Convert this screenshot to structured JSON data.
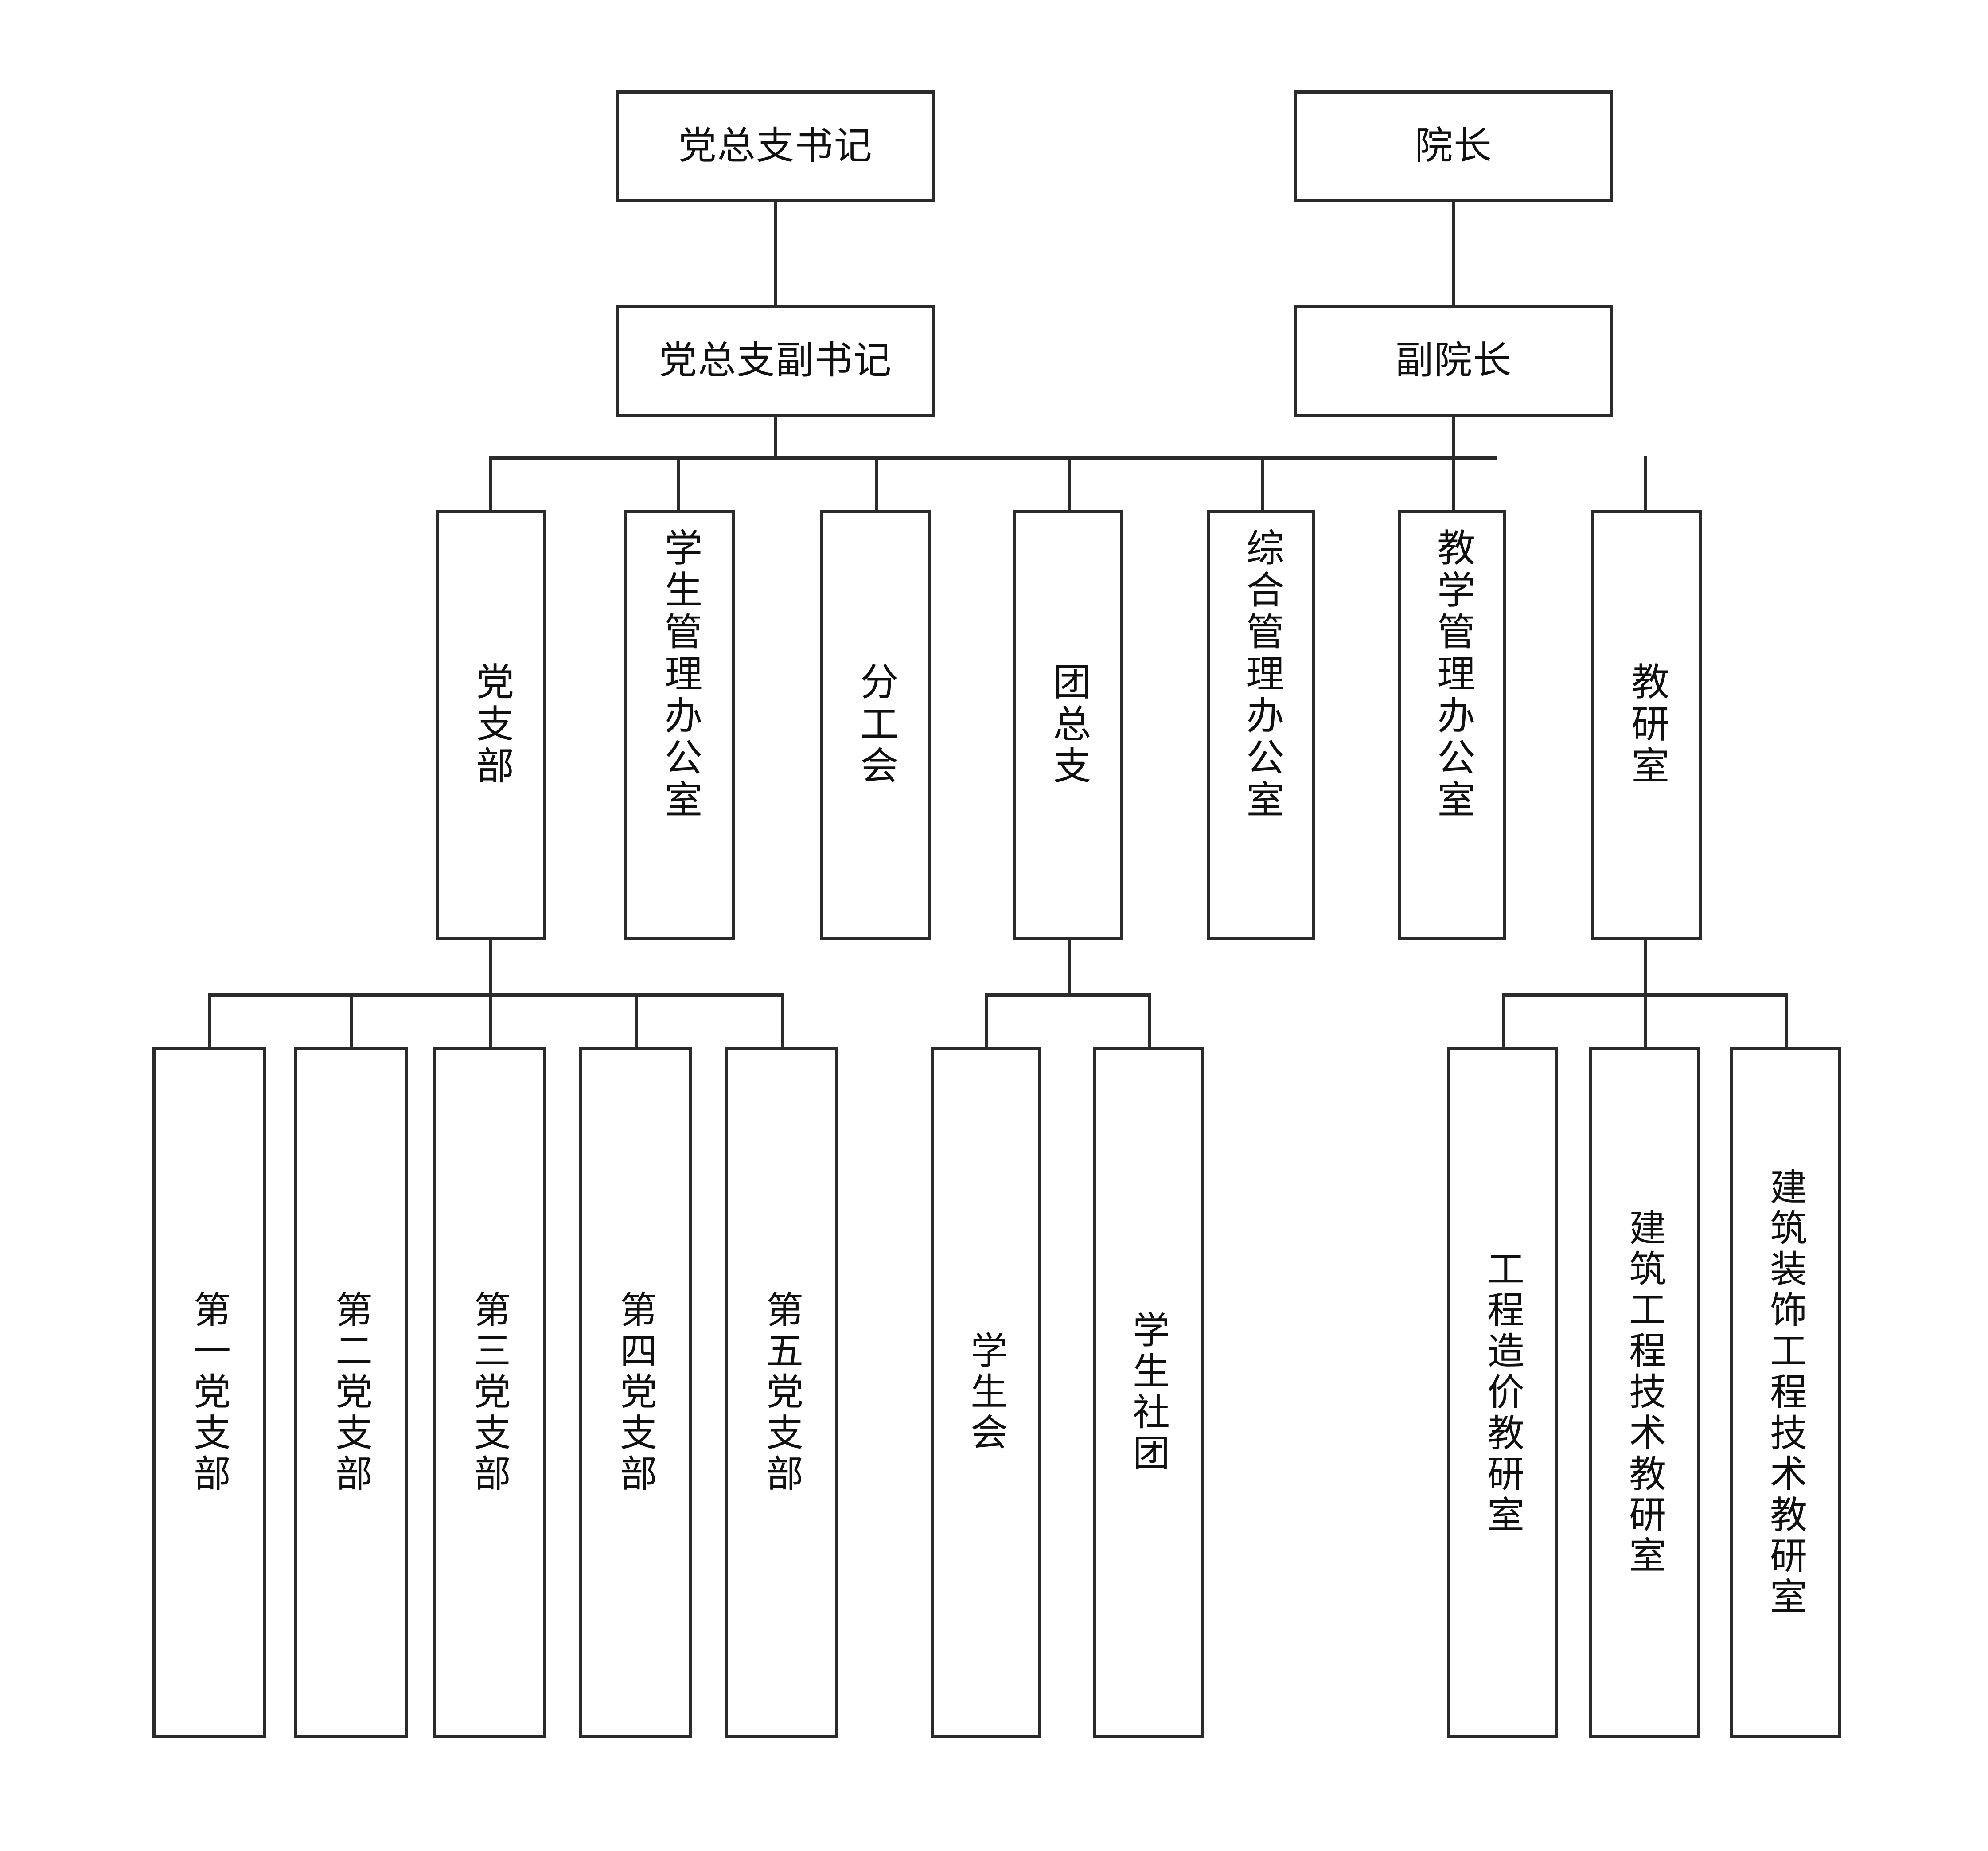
{
  "diagram": {
    "type": "organization-chart",
    "orientation": "top-down",
    "line_color": "#2b2b2b",
    "box_border_color": "#2b2b2b",
    "box_fill_color": "#ffffff",
    "background_color": "#ffffff",
    "text_color": "#111111"
  },
  "nodes": {
    "party_secretary": "党总支书记",
    "dean": "院长",
    "party_deputy_secretary": "党总支副书记",
    "vice_dean": "副院长",
    "party_branch": "党支部",
    "student_affairs_office": "学生管理办公室",
    "branch_union": "分工会",
    "youth_league_branch": "团总支",
    "general_admin_office": "综合管理办公室",
    "teaching_admin_office": "教学管理办公室",
    "teaching_research_office": "教研室",
    "party_branch_1": "第一党支部",
    "party_branch_2": "第二党支部",
    "party_branch_3": "第三党支部",
    "party_branch_4": "第四党支部",
    "party_branch_5": "第五党支部",
    "student_union": "学生会",
    "student_clubs": "学生社团",
    "cost_engineering_office": "工程造价教研室",
    "building_engineering_office": "建筑工程技术教研室",
    "decoration_engineering_office": "建筑装饰工程技术教研室"
  },
  "levels": [
    {
      "level": 1,
      "items": [
        "党总支书记",
        "院长"
      ]
    },
    {
      "level": 2,
      "items": [
        "党总支副书记",
        "副院长"
      ]
    },
    {
      "level": 3,
      "items": [
        "党支部",
        "学生管理办公室",
        "分工会",
        "团总支",
        "综合管理办公室",
        "教学管理办公室",
        "教研室"
      ]
    },
    {
      "level": 4,
      "items": [
        "第一党支部",
        "第二党支部",
        "第三党支部",
        "第四党支部",
        "第五党支部",
        "学生会",
        "学生社团",
        "工程造价教研室",
        "建筑工程技术教研室",
        "建筑装饰工程技术教研室"
      ]
    }
  ],
  "edges": [
    {
      "from": "党总支书记",
      "to": "党总支副书记"
    },
    {
      "from": "院长",
      "to": "副院长"
    },
    {
      "from": "党总支副书记",
      "to": "党支部"
    },
    {
      "from": "党总支副书记",
      "to": "学生管理办公室"
    },
    {
      "from": "党总支副书记",
      "to": "分工会"
    },
    {
      "from": "党总支副书记",
      "to": "团总支"
    },
    {
      "from": "副院长",
      "to": "综合管理办公室"
    },
    {
      "from": "副院长",
      "to": "教学管理办公室"
    },
    {
      "from": "副院长",
      "to": "教研室"
    },
    {
      "from": "党支部",
      "to": "第一党支部"
    },
    {
      "from": "党支部",
      "to": "第二党支部"
    },
    {
      "from": "党支部",
      "to": "第三党支部"
    },
    {
      "from": "党支部",
      "to": "第四党支部"
    },
    {
      "from": "党支部",
      "to": "第五党支部"
    },
    {
      "from": "团总支",
      "to": "学生会"
    },
    {
      "from": "团总支",
      "to": "学生社团"
    },
    {
      "from": "教研室",
      "to": "工程造价教研室"
    },
    {
      "from": "教研室",
      "to": "建筑工程技术教研室"
    },
    {
      "from": "教研室",
      "to": "建筑装饰工程技术教研室"
    }
  ]
}
